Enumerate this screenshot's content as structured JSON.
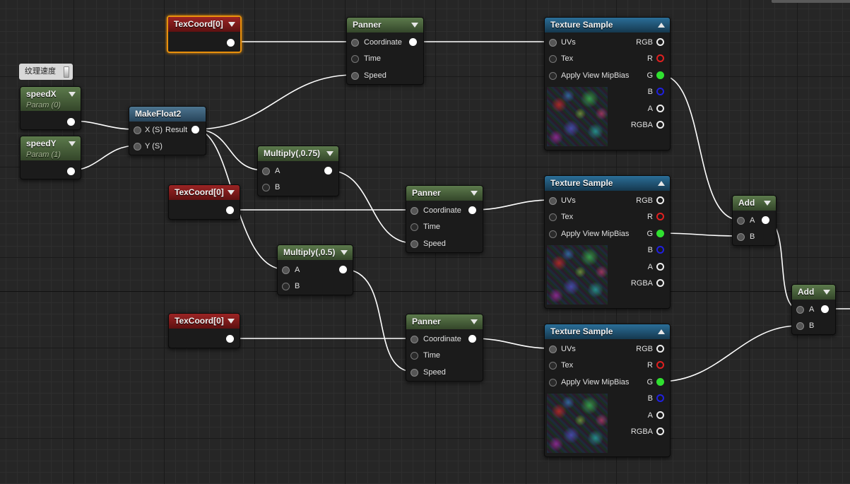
{
  "comment": {
    "text": "纹理速度"
  },
  "params": [
    {
      "name": "speedX",
      "sub": "Param (0)"
    },
    {
      "name": "speedY",
      "sub": "Param (1)"
    }
  ],
  "makefloat": {
    "title": "MakeFloat2",
    "pin_x": "X (S)",
    "pin_y": "Y (S)",
    "out": "Result"
  },
  "texcoords": [
    "TexCoord[0]",
    "TexCoord[0]",
    "TexCoord[0]"
  ],
  "panners": [
    {
      "title": "Panner",
      "pins": [
        "Coordinate",
        "Time",
        "Speed"
      ]
    },
    {
      "title": "Panner",
      "pins": [
        "Coordinate",
        "Time",
        "Speed"
      ]
    },
    {
      "title": "Panner",
      "pins": [
        "Coordinate",
        "Time",
        "Speed"
      ]
    }
  ],
  "multiplies": [
    {
      "title": "Multiply(,0.75)",
      "pins": [
        "A",
        "B"
      ]
    },
    {
      "title": "Multiply(,0.5)",
      "pins": [
        "A",
        "B"
      ]
    }
  ],
  "texture_samples": [
    {
      "title": "Texture Sample",
      "inputs": [
        "UVs",
        "Tex",
        "Apply View MipBias"
      ],
      "outputs": [
        "RGB",
        "R",
        "G",
        "B",
        "A",
        "RGBA"
      ]
    },
    {
      "title": "Texture Sample",
      "inputs": [
        "UVs",
        "Tex",
        "Apply View MipBias"
      ],
      "outputs": [
        "RGB",
        "R",
        "G",
        "B",
        "A",
        "RGBA"
      ]
    },
    {
      "title": "Texture Sample",
      "inputs": [
        "UVs",
        "Tex",
        "Apply View MipBias"
      ],
      "outputs": [
        "RGB",
        "R",
        "G",
        "B",
        "A",
        "RGBA"
      ]
    }
  ],
  "adds": [
    {
      "title": "Add",
      "pins": [
        "A",
        "B"
      ]
    },
    {
      "title": "Add",
      "pins": [
        "A",
        "B"
      ]
    }
  ],
  "colors": {
    "selected_outline": "#e8900c",
    "pin_r": "#e02020",
    "pin_g": "#30e030",
    "pin_b": "#2020e0",
    "wire": "#ffffff"
  },
  "icons": [
    "collapse-arrow-icon",
    "expand-arrow-icon",
    "pin-icon",
    "texture-thumbnail"
  ]
}
